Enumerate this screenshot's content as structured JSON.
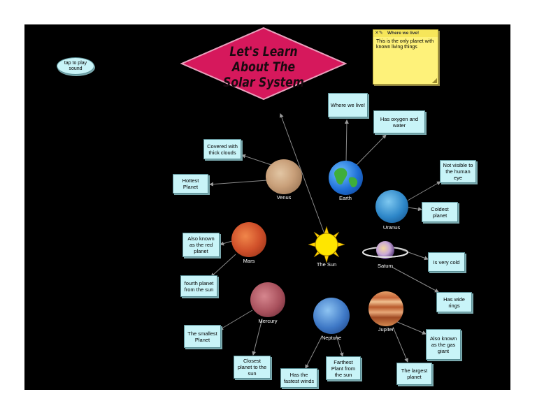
{
  "title": "Let's Learn\nAbout The\nSolar System",
  "play_sound": "tap to play sound",
  "note": {
    "title": "Where we live!",
    "body": "This is the only planet with known living things",
    "close_glyph": "✕✎"
  },
  "nodes": {
    "venus": "Venus",
    "earth": "Earth",
    "uranus": "Uranus",
    "mars": "Mars",
    "sun": "The Sun",
    "saturn": "Saturn",
    "mercury": "Mercury",
    "neptune": "Neptune",
    "jupiter": "Jupiter"
  },
  "facts": {
    "where_we_live": "Where we live!",
    "oxygen": "Has oxygen and water",
    "thick_clouds": "Covered with thick clouds",
    "hottest": "Hottest Planet",
    "not_visible": "Not visible to the human eye",
    "coldest": "Coldest planet",
    "red_planet": "Also known as the red planet",
    "very_cold": "Is very cold",
    "fourth": "fourth planet from the sun",
    "wide_rings": "Has wide rings",
    "smallest": "The smallest Planet",
    "gas_giant": "Also known as the gas giant",
    "closest": "Closest planet to the sun",
    "farthest": "Farthest Plant from the sun",
    "fastest_winds": "Has the fastest winds",
    "largest": "The largest planet"
  },
  "colors": {
    "background": "#000000",
    "title_diamond": "#d6185c",
    "fact_box": "#c8f4f8",
    "note": "#fef27a",
    "links": "#8a8a8a"
  }
}
